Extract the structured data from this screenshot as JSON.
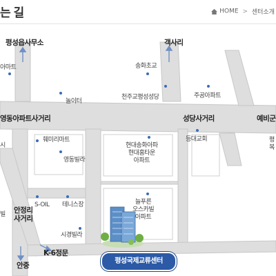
{
  "header": {
    "title": "는 길",
    "breadcrumb": [
      "HOME",
      "센터소개"
    ],
    "separator": ">",
    "home_icon": "home-icon"
  },
  "map": {
    "colors": {
      "road_gray": "#dedede",
      "road_outline": "#c7c7c7",
      "block_line": "#cfcfcf",
      "arrow": "#6f8fc4",
      "marker": "#3a6db5",
      "highlight": "#2c5aa6"
    },
    "roads": {
      "north_left": "평성읍사무소",
      "north_right": "객사리",
      "crossing_west": "영동아파트사거리",
      "crossing_mid": "성당사거리",
      "crossing_east": "예비군",
      "anjeongri": "안정리\n사거리",
      "k6": "K-6정문",
      "south": "안중"
    },
    "places": {
      "mart": "아마트",
      "soheoe_school": "송화초교",
      "playground": "놀이터",
      "church_catholic": "천주교평성성당",
      "jugong_apt": "주공아파트",
      "hwimiri_mart": "훼미리마트",
      "yeongdong_villa": "영동빌라",
      "hyundai_apt": "현대송화아파\n현대홈타운\n아파트",
      "dungdae_church": "등대교회",
      "left_edge_si": "시",
      "soil": "S-OIL",
      "tennis": "테니스장",
      "sigyeong_villa": "시경빌라",
      "left_edge_bill": "빌",
      "nulpureun": "늘푸른\n오스카빌\n아파트",
      "east_pyeong": "평\n복"
    },
    "highlight_label": "평성국제교류센터",
    "building_icon": "building-icon"
  }
}
